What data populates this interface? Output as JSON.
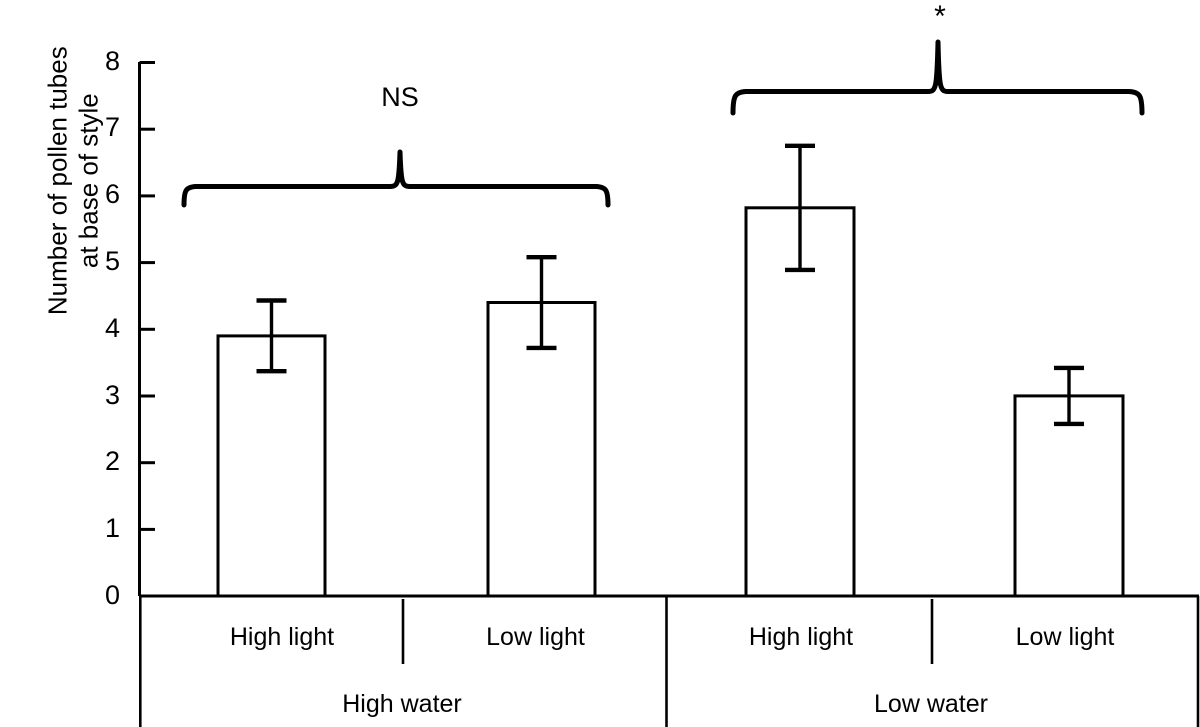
{
  "chart_data": {
    "type": "bar",
    "title": "",
    "xlabel": "",
    "ylabel": "Number of pollen tubes\nat base of style",
    "ylim": [
      0,
      8
    ],
    "ytick_labels": [
      "8",
      "7",
      "6",
      "5",
      "4",
      "3",
      "2",
      "1",
      "0"
    ],
    "ytick_values": [
      8,
      7,
      6,
      5,
      4,
      3,
      2,
      1,
      0
    ],
    "grid": false,
    "legend": "none",
    "categories": [
      "High light",
      "Low light",
      "High light",
      "Low light"
    ],
    "group_labels": [
      "High water",
      "Low water"
    ],
    "values": [
      3.9,
      4.4,
      5.82,
      3.0
    ],
    "errors": [
      0.53,
      0.68,
      0.93,
      0.42
    ],
    "error_type": "error bars",
    "bar_fill": "#ffffff",
    "bar_edge": "#000000",
    "annotations": [
      {
        "label": "NS",
        "group": "High water",
        "spans": [
          "High light",
          "Low light"
        ]
      },
      {
        "label": "*",
        "group": "Low water",
        "spans": [
          "High light",
          "Low light"
        ]
      }
    ]
  },
  "axis": {
    "y_ticks": [
      {
        "label": "8"
      },
      {
        "label": "7"
      },
      {
        "label": "6"
      },
      {
        "label": "5"
      },
      {
        "label": "4"
      },
      {
        "label": "3"
      },
      {
        "label": "2"
      },
      {
        "label": "1"
      },
      {
        "label": "0"
      }
    ],
    "y_title": "Number of pollen tubes\nat base of style"
  },
  "categories": [
    {
      "label": "High light"
    },
    {
      "label": "Low light"
    },
    {
      "label": "High light"
    },
    {
      "label": "Low light"
    }
  ],
  "groups": [
    {
      "label": "High water"
    },
    {
      "label": "Low water"
    }
  ],
  "significance": [
    {
      "label": "NS"
    },
    {
      "label": "*"
    }
  ],
  "colors": {
    "ink": "#000000",
    "background": "#ffffff"
  }
}
